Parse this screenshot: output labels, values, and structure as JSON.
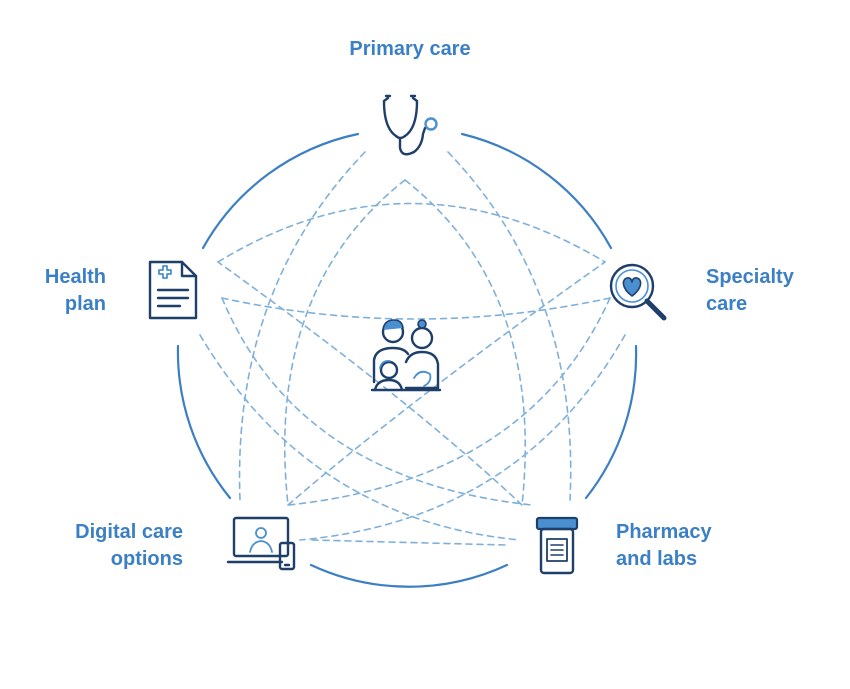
{
  "nodes": {
    "primary_care": {
      "line1": "Primary care"
    },
    "specialty_care": {
      "line1": "Specialty",
      "line2": "care"
    },
    "pharmacy": {
      "line1": "Pharmacy",
      "line2": "and labs"
    },
    "digital_care": {
      "line1": "Digital care",
      "line2": "options"
    },
    "health_plan": {
      "line1": "Health",
      "line2": "plan"
    }
  },
  "center": {
    "icon": "family-icon"
  },
  "icons": {
    "primary_care": "stethoscope-icon",
    "specialty_care": "magnifier-heart-icon",
    "pharmacy": "pill-bottle-icon",
    "digital_care": "laptop-phone-icon",
    "health_plan": "medical-document-icon"
  },
  "colors": {
    "label": "#3b7fc4",
    "ring": "#3b7fc4",
    "dashed": "#7fb0da",
    "icon_stroke": "#1f3f6b",
    "icon_accent": "#4a90d0"
  }
}
